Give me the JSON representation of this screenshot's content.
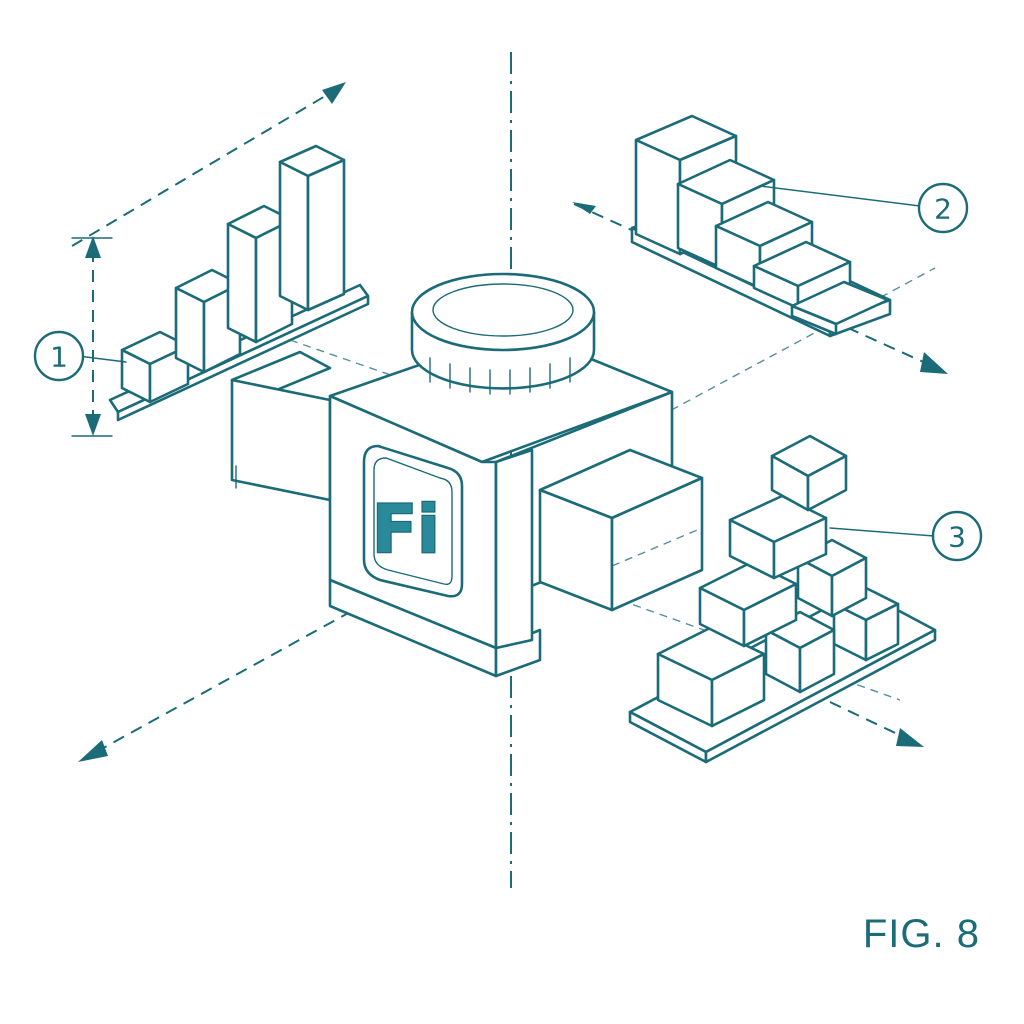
{
  "figure": {
    "label": "FIG. 8",
    "ink_color": "#1b6b78",
    "accent_color": "#2a8a99",
    "background": "#ffffff"
  },
  "central_unit": {
    "logo_text": "Fi",
    "icon": "fi-logo-icon"
  },
  "callouts": [
    {
      "number": "1"
    },
    {
      "number": "2"
    },
    {
      "number": "3"
    }
  ]
}
